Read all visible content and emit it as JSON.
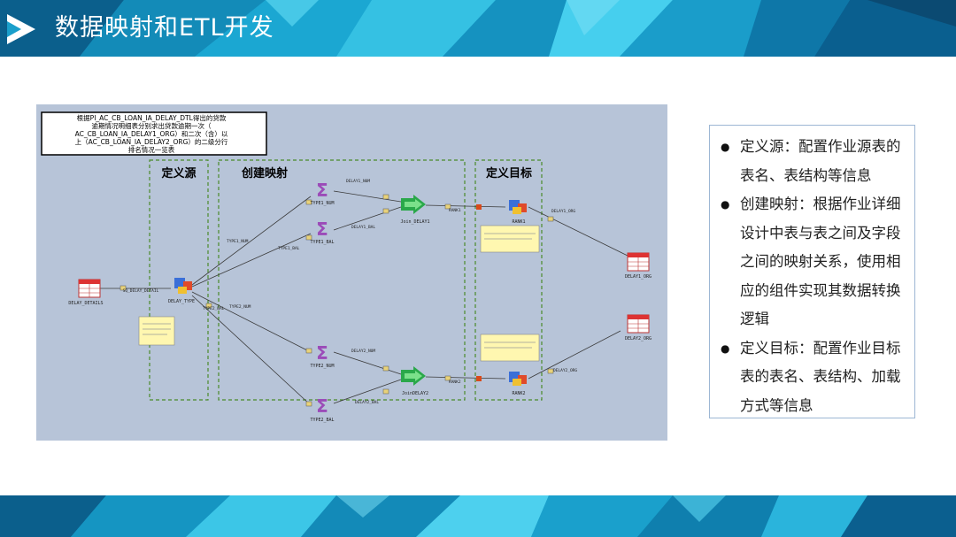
{
  "slide": {
    "title": "数据映射和ETL开发",
    "colors": {
      "band_dark": "#0a6e9e",
      "band_mid": "#16a6cf",
      "band_light": "#4fd0ec",
      "diagram_bg": "#b7c4d8"
    }
  },
  "diagram": {
    "description_box": {
      "lines": [
        "根据PI_AC_CB_LOAN_IA_DELAY_DTL得出的贷款",
        "逾期情况明细表分别求出贷款逾期一次（",
        "AC_CB_LOAN_IA_DELAY1_ORG）和二次（含）以",
        "上（AC_CB_LOAN_IA_DELAY2_ORG）的二级分行",
        "排名情况一览表"
      ]
    },
    "zones": {
      "source": "定义源",
      "mapping": "创建映射",
      "target": "定义目标"
    },
    "nodes": {
      "src_table": "DELAY_DETAILS",
      "src_qualifier": "SQ_DELAY_DETAIL",
      "router": "DELAY_TYPE",
      "agg1": "TYPE1_NUM",
      "agg2": "TYPE1_BAL",
      "agg3": "TYPE2_NUM",
      "agg4": "TYPE2_BAL",
      "join1": "Join_DELAY1",
      "join2": "JoinDELAY2",
      "rank1": "RANK1",
      "rank2": "RANK2",
      "tgt1": "DELAY1_ORG",
      "tgt2": "DELAY2_ORG"
    },
    "edges": {
      "e_type1_num": "TYPE1_NUM",
      "e_type1_bal": "TYPE1_BAL",
      "e_type2_num": "TYPE2_NUM",
      "e_type2_bal": "TYPE2_BAL",
      "e_delay1_num": "DELAY1_NUM",
      "e_delay1_bal": "DELAY1_BAL",
      "e_delay2_num": "DELAY2_NUM",
      "e_delay2_bal": "DELAY2_BAL",
      "e_rank1": "RANK1",
      "e_rank2": "RANK2",
      "e_tgt1": "DELAY1_ORG",
      "e_tgt2": "DELAY2_ORG"
    }
  },
  "note": {
    "items": [
      "定义源：配置作业源表的表名、表结构等信息",
      "创建映射：根据作业详细设计中表与表之间及字段之间的映射关系，使用相应的组件实现其数据转换逻辑",
      "定义目标：配置作业目标表的表名、表结构、加载方式等信息"
    ]
  }
}
